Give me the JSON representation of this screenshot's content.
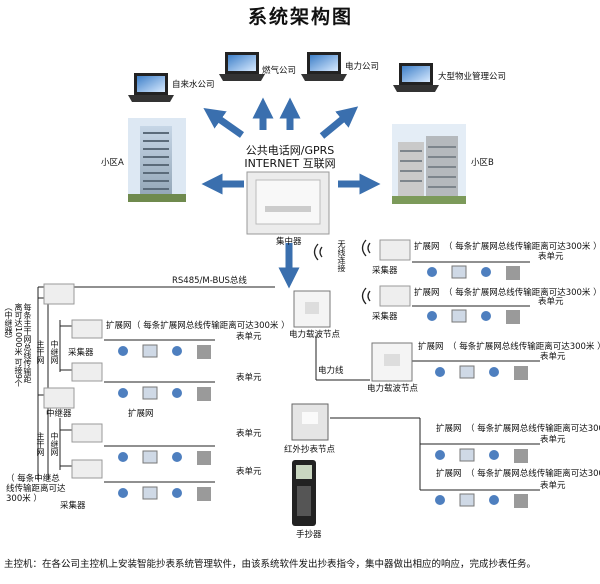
{
  "title": "系统架构图",
  "laptops": [
    "自来水公司",
    "燃气公司",
    "电力公司",
    "大型物业管理公司"
  ],
  "district_a": "小区A",
  "district_b": "小区B",
  "center_line1": "公共电话网/GPRS",
  "center_line2": "INTERNET 互联网",
  "concentrator": "集中器",
  "wireless": "无线连接",
  "bus_label": "RS485/M-BUS总线",
  "power_line": "电力线",
  "expansion_net": "扩展网",
  "expansion_note": "（ 每条扩展网总线传输距离可达300米 ）",
  "collector": "采集器",
  "meter_unit": "表单元",
  "relay": "中继器",
  "main_relay_net": "主干网",
  "relay_net": "中继网",
  "relay_bracket_note": "（中继器）",
  "relay_vertical_note": "每条主干网总线传输距离可达1000米 可接9个",
  "relay_bottom_note": "（ 每条中继总线传输距离可达300米 ）",
  "power_carrier_node": "电力载波节点",
  "infrared_node": "红外抄表节点",
  "handheld": "手抄器",
  "bottom_note": "主控机：在各公司主控机上安装智能抄表系统管理软件，由该系统软件发出抄表指令，集中器做出相应的响应，完成抄表任务。"
}
